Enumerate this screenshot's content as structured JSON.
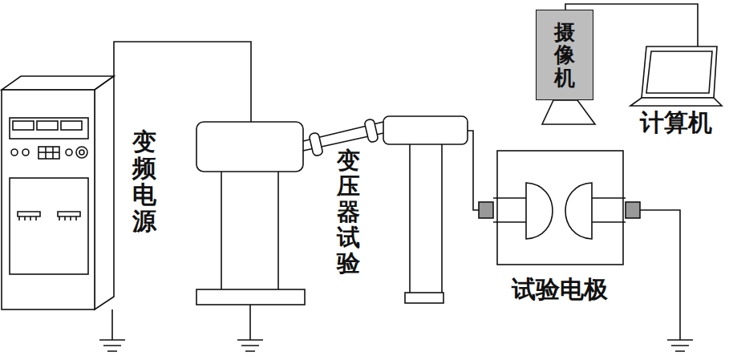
{
  "diagram": {
    "nodes": [
      {
        "text": [
          "变频电源"
        ]
      },
      {
        "text": [
          "摄像机"
        ]
      },
      {
        "text": [
          "计算机"
        ]
      },
      {
        "text": [
          "试验电极"
        ]
      }
    ],
    "edges": [
      {
        "from": 1,
        "to": 2,
        "arrow": "none"
      }
    ],
    "labels": [
      "变压器试验"
    ]
  }
}
